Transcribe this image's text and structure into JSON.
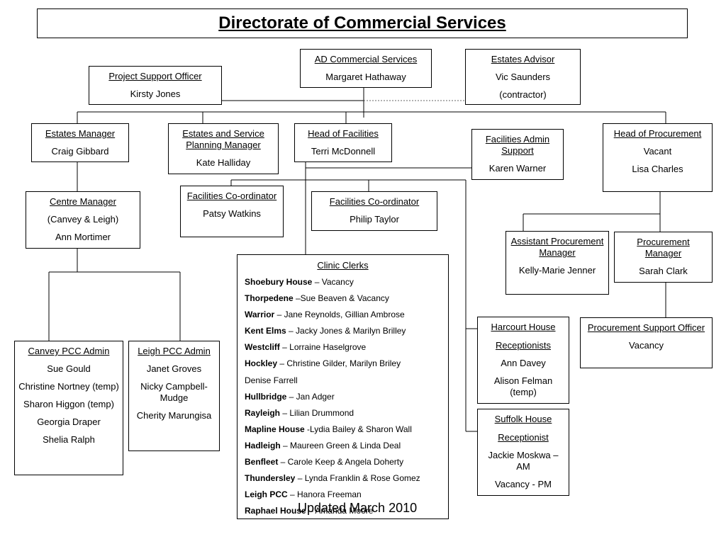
{
  "title": "Directorate of Commercial Services",
  "ad_commercial": {
    "heading": "AD Commercial Services",
    "name": "Margaret Hathaway"
  },
  "estates_advisor": {
    "heading": "Estates Advisor",
    "name": "Vic Saunders",
    "note": "(contractor)"
  },
  "project_support": {
    "heading": "Project Support Officer",
    "name": "Kirsty Jones"
  },
  "estates_manager": {
    "heading": "Estates Manager",
    "name": "Craig Gibbard"
  },
  "planning_manager": {
    "heading": "Estates and Service Planning Manager",
    "name": "Kate Halliday"
  },
  "head_facilities": {
    "heading": "Head of Facilities",
    "name": "Terri McDonnell"
  },
  "facilities_admin": {
    "heading": "Facilities Admin Support",
    "name": "Karen Warner"
  },
  "head_procurement": {
    "heading": "Head of Procurement",
    "line1": "Vacant",
    "line2": "Lisa Charles"
  },
  "centre_manager": {
    "heading": "Centre Manager",
    "area": "(Canvey & Leigh)",
    "name": "Ann Mortimer"
  },
  "coordinator_1": {
    "heading": "Facilities Co-ordinator",
    "name": "Patsy Watkins"
  },
  "coordinator_2": {
    "heading": "Facilities Co-ordinator",
    "name": "Philip Taylor"
  },
  "asst_procurement": {
    "heading": "Assistant Procurement Manager",
    "name": "Kelly-Marie Jenner"
  },
  "procurement_manager": {
    "heading": "Procurement Manager",
    "name": "Sarah Clark"
  },
  "clinic_clerks": {
    "heading": "Clinic Clerks",
    "entries": [
      {
        "place": "Shoebury House",
        "staff": " – Vacancy"
      },
      {
        "place": "Thorpedene",
        "staff": " –Sue Beaven & Vacancy"
      },
      {
        "place": "Warrior",
        "staff": " – Jane Reynolds, Gillian Ambrose"
      },
      {
        "place": "Kent Elms",
        "staff": " – Jacky Jones & Marilyn Brilley"
      },
      {
        "place": "Westcliff",
        "staff": " – Lorraine Haselgrove"
      },
      {
        "place": "Hockley",
        "staff": " – Christine Gilder, Marilyn Briley"
      },
      {
        "place": "",
        "staff": "Denise Farrell"
      },
      {
        "place": "Hullbridge",
        "staff": " – Jan Adger"
      },
      {
        "place": "Rayleigh",
        "staff": " – Lilian Drummond"
      },
      {
        "place": "Mapline House",
        "staff": " -Lydia Bailey & Sharon Wall"
      },
      {
        "place": "Hadleigh",
        "staff": " – Maureen Green & Linda Deal"
      },
      {
        "place": "Benfleet",
        "staff": " – Carole Keep & Angela Doherty"
      },
      {
        "place": "Thundersley",
        "staff": " – Lynda Franklin & Rose Gomez"
      },
      {
        "place": "Leigh PCC",
        "staff": " – Hanora Freeman"
      },
      {
        "place": "Raphael House",
        "staff": " – Amanda Moore"
      }
    ]
  },
  "harcourt": {
    "heading1": "Harcourt House",
    "heading2": "Receptionists",
    "name1": "Ann Davey",
    "name2": "Alison Felman (temp)"
  },
  "suffolk": {
    "heading1": "Suffolk House",
    "heading2": "Receptionist",
    "name1": "Jackie Moskwa – AM",
    "name2": "Vacancy - PM"
  },
  "procurement_support": {
    "heading": "Procurement Support Officer",
    "name": "Vacancy"
  },
  "canvey_admin": {
    "heading": "Canvey PCC Admin",
    "names": [
      "Sue Gould",
      "Christine Nortney (temp)",
      "Sharon Higgon (temp)",
      "Georgia Draper",
      "Shelia Ralph"
    ]
  },
  "leigh_admin": {
    "heading": "Leigh PCC Admin",
    "names": [
      "Janet Groves",
      "Nicky Campbell-Mudge",
      "Cherity Marungisa"
    ]
  },
  "footer": "Updated March 2010"
}
